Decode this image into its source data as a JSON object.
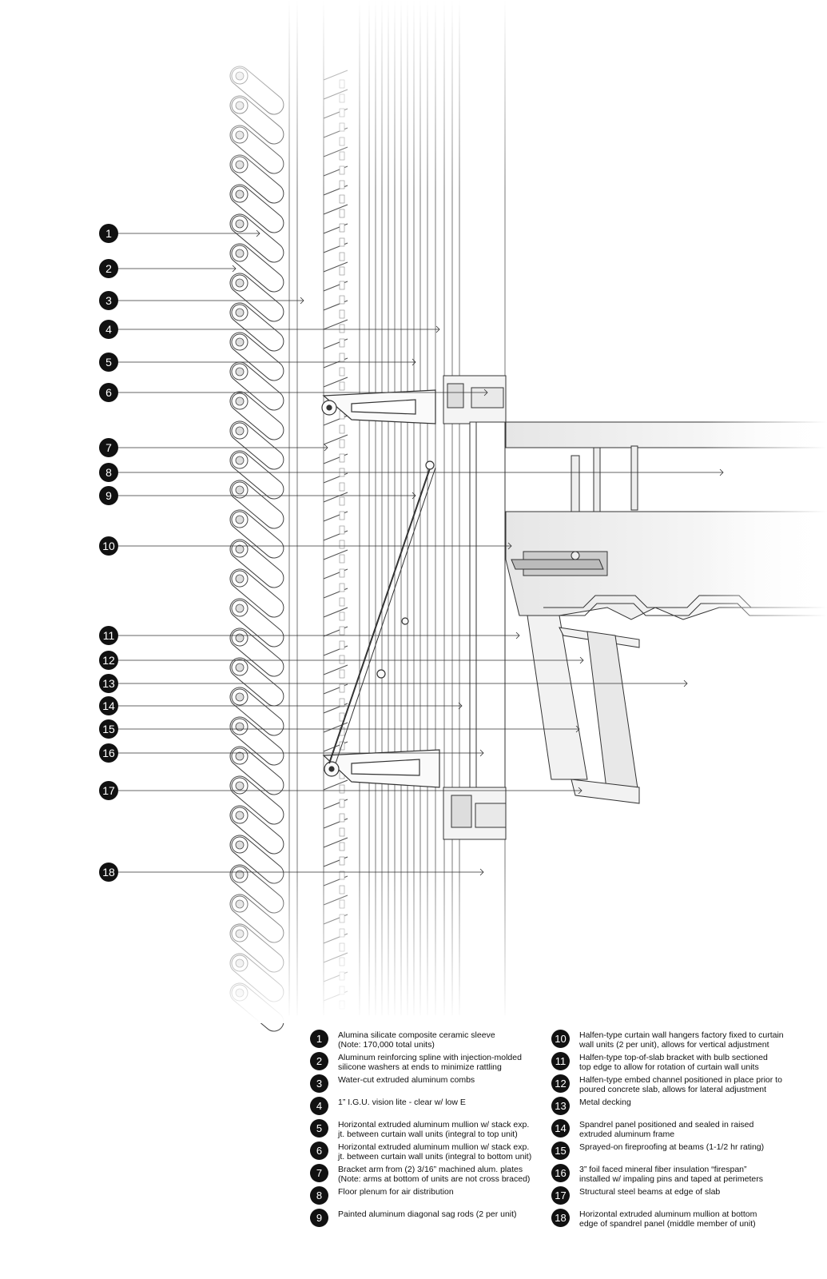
{
  "callouts": [
    {
      "num": "1"
    },
    {
      "num": "2"
    },
    {
      "num": "3"
    },
    {
      "num": "4"
    },
    {
      "num": "5"
    },
    {
      "num": "6"
    },
    {
      "num": "7"
    },
    {
      "num": "8"
    },
    {
      "num": "9"
    },
    {
      "num": "10"
    },
    {
      "num": "11"
    },
    {
      "num": "12"
    },
    {
      "num": "13"
    },
    {
      "num": "14"
    },
    {
      "num": "15"
    },
    {
      "num": "16"
    },
    {
      "num": "17"
    },
    {
      "num": "18"
    }
  ],
  "legend": {
    "items": [
      {
        "num": "1",
        "text": "Alumina silicate composite ceramic sleeve\n(Note:  170,000 total units)"
      },
      {
        "num": "2",
        "text": "Aluminum reinforcing spline with injection-molded\nsilicone washers at ends to minimize rattling"
      },
      {
        "num": "3",
        "text": "Water-cut extruded aluminum combs"
      },
      {
        "num": "4",
        "text": "1” I.G.U. vision lite - clear w/ low E"
      },
      {
        "num": "5",
        "text": "Horizontal extruded aluminum mullion w/ stack exp.\njt. between curtain wall units (integral to top unit)"
      },
      {
        "num": "6",
        "text": "Horizontal extruded aluminum mullion w/ stack exp.\njt. between curtain wall units (integral to bottom unit)"
      },
      {
        "num": "7",
        "text": "Bracket arm from (2) 3/16” machined alum. plates\n(Note:  arms at bottom of units are not cross braced)"
      },
      {
        "num": "8",
        "text": "Floor plenum for air distribution"
      },
      {
        "num": "9",
        "text": "Painted aluminum diagonal sag rods (2 per unit)"
      },
      {
        "num": "10",
        "text": "Halfen-type curtain wall hangers factory fixed to curtain\nwall units (2 per unit), allows for vertical adjustment"
      },
      {
        "num": "11",
        "text": "Halfen-type top-of-slab bracket with bulb sectioned\ntop edge to allow for rotation of curtain wall units"
      },
      {
        "num": "12",
        "text": "Halfen-type embed channel positioned in place prior to\npoured concrete slab, allows for lateral adjustment"
      },
      {
        "num": "13",
        "text": "Metal decking"
      },
      {
        "num": "14",
        "text": "Spandrel panel positioned and sealed in raised\nextruded aluminum frame"
      },
      {
        "num": "15",
        "text": "Sprayed-on fireproofing at beams (1-1/2 hr rating)"
      },
      {
        "num": "16",
        "text": "3” foil faced mineral fiber insulation “firespan”\ninstalled w/ impaling pins and taped at perimeters"
      },
      {
        "num": "17",
        "text": "Structural steel beams at edge of slab"
      },
      {
        "num": "18",
        "text": "Horizontal extruded aluminum mullion at bottom\nedge of spandrel panel (middle member of unit)"
      }
    ]
  },
  "colors": {
    "line": "#333333",
    "light": "#b8b8b8",
    "badge": "#111111"
  }
}
